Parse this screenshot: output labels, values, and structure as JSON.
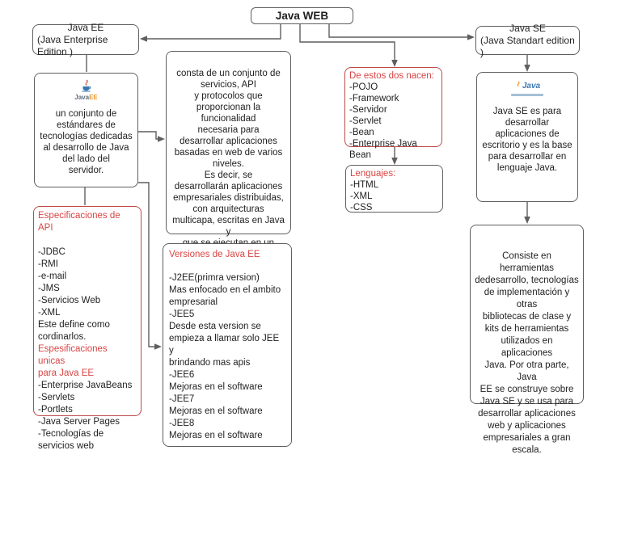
{
  "colors": {
    "node_border_gray": "#5f5f5f",
    "node_border_red": "#bf4a47",
    "accent_text_red": "#d94444",
    "text_dark": "#1f1f1f",
    "logo_orange": "#e8972c",
    "logo_blue": "#3a75b0",
    "edge_gray": "#5f5f5f"
  },
  "nodes": {
    "root": {
      "label": "Java WEB"
    },
    "java_ee": {
      "title": "Java EE",
      "subtitle": "(Java Enterprise Edition )"
    },
    "java_se": {
      "title": "Java SE",
      "subtitle": "(Java Standart edition )"
    },
    "ee_definition": {
      "logo_java": "Java",
      "logo_ee": "EE",
      "text": "un conjunto de\nestándares de\ntecnologías dedicadas\nal desarrollo de Java\ndel lado del\nservidor."
    },
    "ee_details": {
      "text": "consta de un conjunto de\nservicios, API\ny protocolos que\nproporcionan la funcionalidad\nnecesaria para\ndesarrollar aplicaciones\nbasadas en web de varios\nniveles.\nEs decir, se\ndesarrollarán aplicaciones\nempresariales distribuidas,\ncon arquitecturas\nmulticapa, escritas en Java y\nque se ejecutan en un\nservidor de\naplicaciones."
    },
    "de_estos": {
      "title": "De estos dos nacen:",
      "items": "-POJO\n-Framework\n-Servidor\n-Servlet\n-Bean\n-Enterprise Java Bean"
    },
    "lenguajes": {
      "title": "Lenguajes:",
      "items": "-HTML\n-XML\n-CSS"
    },
    "se_definition": {
      "logo_java": "Java",
      "text": "Java SE es para\ndesarrollar\naplicaciones de\nescritorio y es la base\npara desarrollar en\nlenguaje Java."
    },
    "spec_api": {
      "title": "Especificaciones de API",
      "items_1": "-JDBC\n-RMI\n-e-mail\n-JMS\n-Servicios Web\n-XML\nEste define como\ncordinarlos.",
      "subtitle": "Espesificaciones unicas\npara Java EE",
      "items_2": "-Enterprise JavaBeans\n-Servlets\n-Portlets\n-Java Server Pages\n-Tecnologías de\nservicios web"
    },
    "versiones": {
      "title": "Versiones de Java EE",
      "body": "-J2EE(primra version)\nMas enfocado en el ambito\nempresarial\n-JEE5\nDesde esta version se\nempieza a llamar solo JEE y\nbrindando mas apis\n-JEE6\nMejoras en el software\n-JEE7\nMejoras en el software\n-JEE8\nMejoras en el software"
    },
    "se_details": {
      "text": "Consiste en herramientas\ndedesarrollo, tecnologías\nde implementación y otras\nbibliotecas de clase y\nkits de herramientas\nutilizados en aplicaciones\nJava. Por otra parte, Java\nEE se construye sobre\nJava SE y se usa para\ndesarrollar aplicaciones\nweb y aplicaciones\nempresariales a gran\nescala."
    }
  }
}
